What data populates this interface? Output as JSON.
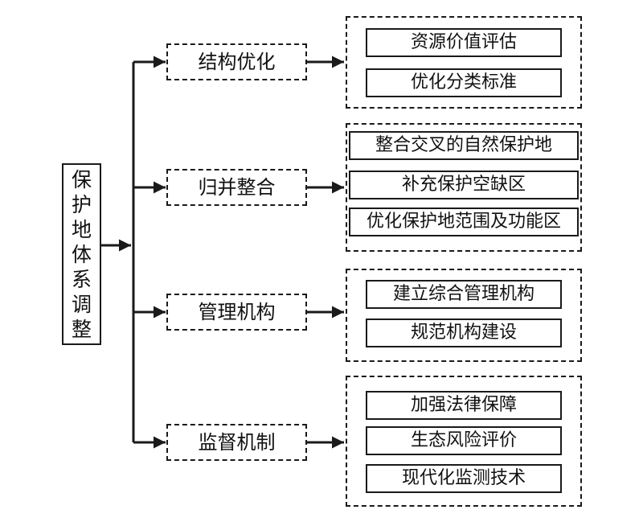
{
  "diagram": {
    "root": {
      "label": "保护地体系调整"
    },
    "categories": [
      {
        "label": "结构优化",
        "items": [
          "资源价值评估",
          "优化分类标准"
        ]
      },
      {
        "label": "归并整合",
        "items": [
          "整合交叉的自然保护地",
          "补充保护空缺区",
          "优化保护地范围及功能区"
        ]
      },
      {
        "label": "管理机构",
        "items": [
          "建立综合管理机构",
          "规范机构建设"
        ]
      },
      {
        "label": "监督机制",
        "items": [
          "加强法律保障",
          "生态风险评价",
          "现代化监测技术"
        ]
      }
    ]
  }
}
